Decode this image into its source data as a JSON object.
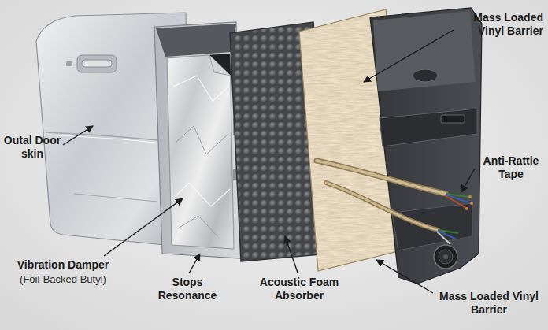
{
  "diagram": {
    "labels": [
      "Mass Loaded Vinyl Barrier",
      "Anti-Rattle Tape",
      "Outal Door skin",
      "Vibration Damper",
      "(Foil-Backed Butyl)",
      "Stops Resonance",
      "Acoustic Foam Absorber",
      "Mass Loaded Vinyl Barrier"
    ]
  }
}
